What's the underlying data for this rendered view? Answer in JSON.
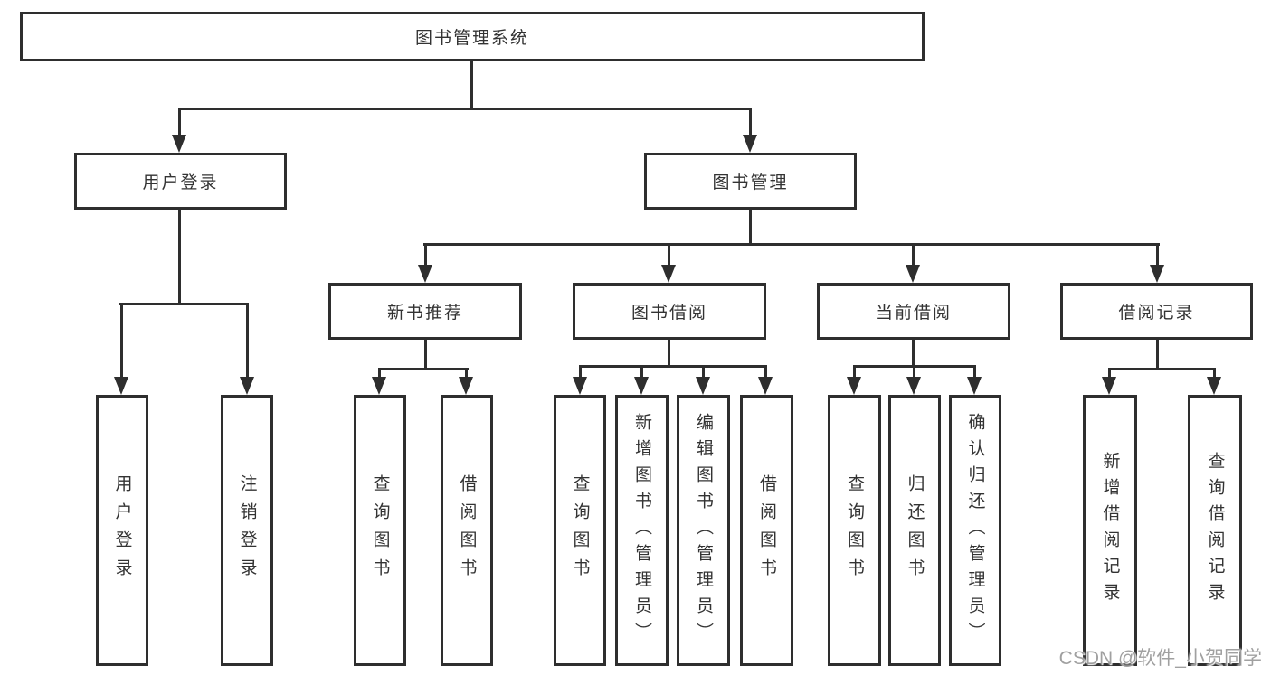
{
  "nodes": {
    "root": "图书管理系统",
    "user_login": "用户登录",
    "book_management": "图书管理",
    "new_book_rec": "新书推荐",
    "book_borrow": "图书借阅",
    "current_borrow": "当前借阅",
    "borrow_records": "借阅记录",
    "leaf_user_login": "用户登录",
    "leaf_logout": "注销登录",
    "leaf_nb_query": "查询图书",
    "leaf_nb_borrow": "借阅图书",
    "leaf_bb_query": "查询图书",
    "leaf_bb_add": "新增图书（管理员）",
    "leaf_bb_edit": "编辑图书（管理员）",
    "leaf_bb_borrow": "借阅图书",
    "leaf_cb_query": "查询图书",
    "leaf_cb_return": "归还图书",
    "leaf_cb_confirm": "确认归还（管理员）",
    "leaf_br_add": "新增借阅记录",
    "leaf_br_query": "查询借阅记录"
  },
  "hierarchy": {
    "图书管理系统": [
      "用户登录",
      "图书管理"
    ],
    "用户登录": [
      "用户登录",
      "注销登录"
    ],
    "图书管理": [
      "新书推荐",
      "图书借阅",
      "当前借阅",
      "借阅记录"
    ],
    "新书推荐": [
      "查询图书",
      "借阅图书"
    ],
    "图书借阅": [
      "查询图书",
      "新增图书（管理员）",
      "编辑图书（管理员）",
      "借阅图书"
    ],
    "当前借阅": [
      "查询图书",
      "归还图书",
      "确认归还（管理员）"
    ],
    "借阅记录": [
      "新增借阅记录",
      "查询借阅记录"
    ]
  },
  "colors": {
    "line": "#2e2e2e",
    "box_border": "#2e2e2e",
    "text": "#333333",
    "background": "#ffffff",
    "watermark": "#969696"
  },
  "watermark": {
    "text": "CSDN @软件_小贺同学"
  }
}
